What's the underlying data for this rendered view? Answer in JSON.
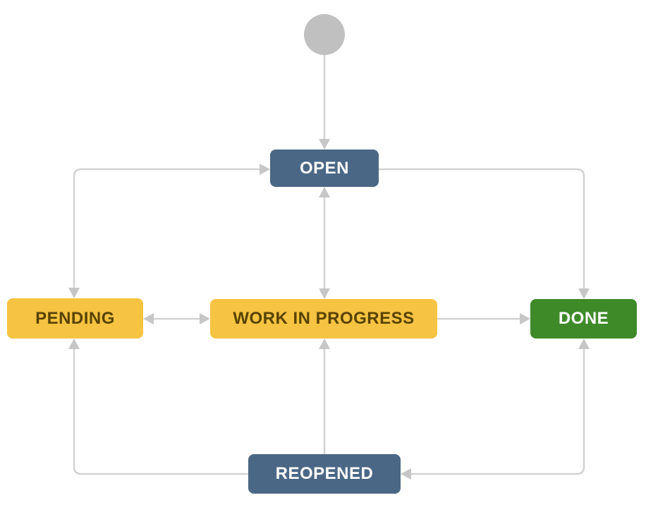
{
  "diagram": {
    "type": "workflow",
    "connector_color": "#D2D2D2",
    "arrowhead_color": "#C6C6C6",
    "start_node": {
      "shape": "circle",
      "color": "#C0C0C0"
    },
    "nodes": [
      {
        "id": "open",
        "label": "OPEN",
        "bg": "#4A6785",
        "text_color": "#FFFFFF"
      },
      {
        "id": "pending",
        "label": "PENDING",
        "bg": "#F6C342",
        "text_color": "#594300"
      },
      {
        "id": "work-in-progress",
        "label": "WORK IN PROGRESS",
        "bg": "#F6C342",
        "text_color": "#594300"
      },
      {
        "id": "done",
        "label": "DONE",
        "bg": "#3E8A29",
        "text_color": "#FFFFFF"
      },
      {
        "id": "reopened",
        "label": "REOPENED",
        "bg": "#4A6785",
        "text_color": "#FFFFFF"
      }
    ],
    "transitions": [
      {
        "from": "start",
        "to": "open",
        "bidirectional": false
      },
      {
        "from": "pending",
        "to": "open",
        "bidirectional": true
      },
      {
        "from": "open",
        "to": "work-in-progress",
        "bidirectional": true
      },
      {
        "from": "pending",
        "to": "work-in-progress",
        "bidirectional": true
      },
      {
        "from": "work-in-progress",
        "to": "done",
        "bidirectional": false
      },
      {
        "from": "open",
        "to": "done",
        "bidirectional": false
      },
      {
        "from": "reopened",
        "to": "work-in-progress",
        "bidirectional": false
      },
      {
        "from": "reopened",
        "to": "pending",
        "bidirectional": false
      },
      {
        "from": "done",
        "to": "reopened",
        "bidirectional": true
      }
    ]
  }
}
